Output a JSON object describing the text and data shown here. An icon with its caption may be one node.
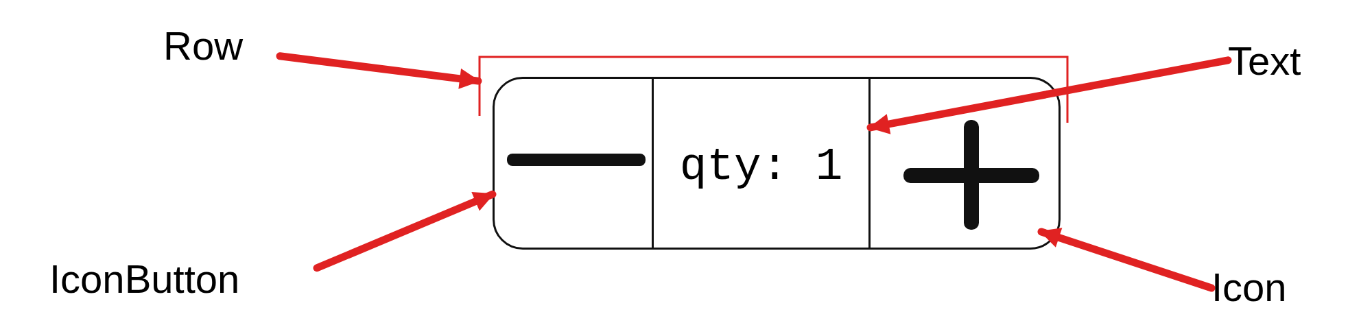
{
  "diagram": {
    "nodes": [
      {
        "text": [
          "Row"
        ]
      },
      {
        "text": [
          "Text"
        ]
      },
      {
        "text": [
          "IconButton"
        ]
      },
      {
        "text": [
          "Icon"
        ]
      },
      {
        "text": [],
        "shape": "bracket"
      },
      {
        "text": [],
        "shape": "box"
      },
      {
        "text": [],
        "shape": "box",
        "in": 5
      },
      {
        "text": [
          "qty: 1"
        ],
        "in": 5
      },
      {
        "text": [],
        "shape": "box",
        "in": 5
      },
      {
        "text": [],
        "shape": "picture",
        "in": 8
      }
    ],
    "edges": [
      {
        "from": 0,
        "to": 4,
        "arrow": "to"
      },
      {
        "from": 1,
        "to": 7,
        "arrow": "to"
      },
      {
        "from": 2,
        "to": 6,
        "arrow": "to"
      },
      {
        "from": 3,
        "to": 9,
        "arrow": "to"
      }
    ]
  }
}
